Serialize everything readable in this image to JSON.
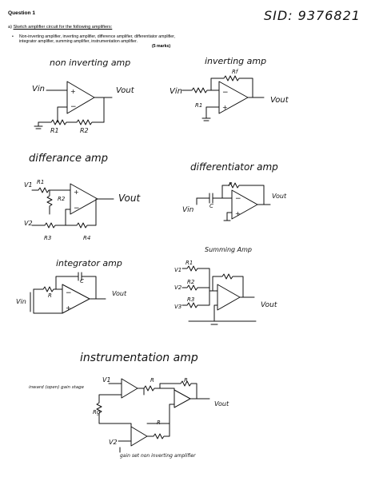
{
  "header": {
    "question": "Question 1",
    "part_letter": "a)",
    "part_text": "Sketch amplifier circuit for the following amplifiers:",
    "bullet": "Non-inverting amplifier, inverting amplifier, difference amplifier, differentiator amplifier, integrator amplifier, summing amplifier, instrumentation amplifier.",
    "marks": "(5 marks)",
    "student_id": "SID: 9376821"
  },
  "sketches": {
    "non_inverting": {
      "title": "non inverting amp",
      "vin": "Vin",
      "vout": "Vout",
      "r1": "R1",
      "r2": "R2"
    },
    "inverting": {
      "title": "inverting amp",
      "vin": "Vin",
      "vout": "Vout",
      "r1": "R1",
      "rf": "Rf"
    },
    "difference": {
      "title": "differance amp",
      "v1": "V1",
      "r1": "R1",
      "r2": "R2",
      "v2": "V2",
      "r3": "R3",
      "r4": "R4",
      "vout": "Vout"
    },
    "differentiator": {
      "title": "differentiator amp",
      "r": "R",
      "c": "C",
      "vin": "Vin",
      "vout": "Vout"
    },
    "integrator": {
      "title": "integrator amp",
      "c": "C",
      "r": "R",
      "vin": "Vin",
      "vout": "Vout"
    },
    "summing": {
      "title": "Summing Amp",
      "r1": "R1",
      "r2": "R2",
      "r3": "R3",
      "v1": "V1",
      "v2": "V2",
      "v3": "V3",
      "vout": "Vout"
    },
    "instrumentation": {
      "title": "instrumentation amp",
      "v1": "V1",
      "v2": "V2",
      "r": "R",
      "rg": "Rg",
      "vout": "Vout",
      "note_left": "inward (open) gain stage",
      "note_bottom": "gain set non inverting amplifier"
    }
  }
}
